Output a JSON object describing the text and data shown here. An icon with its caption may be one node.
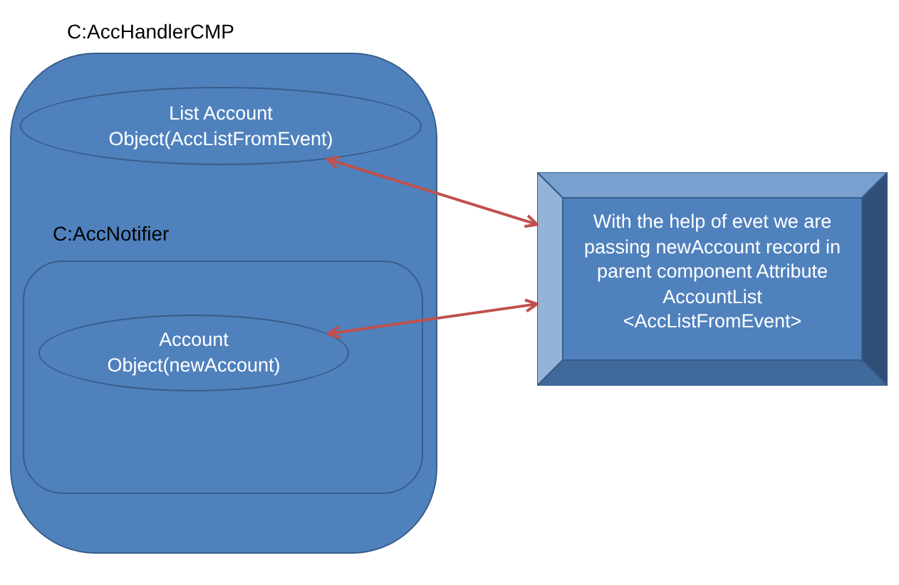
{
  "diagram": {
    "nodes": [
      {
        "text": [
          "C:AccHandlerCMP"
        ]
      },
      {
        "text": [
          "List Account Object(AccListFromEvent)"
        ],
        "in": 0
      },
      {
        "text": [
          "C:AccNotifier"
        ],
        "in": 0
      },
      {
        "text": [
          "Account Object(newAccount)"
        ],
        "in": 2
      },
      {
        "text": [
          "With the help of evet we are passing newAccount record in parent component Attribute AccountList <AccListFromEvent>"
        ]
      }
    ],
    "edges": [
      {
        "from": 1,
        "to": 4,
        "arrow": "both",
        "color": "#c0504d"
      },
      {
        "from": 3,
        "to": 4,
        "arrow": "both",
        "color": "#c0504d"
      }
    ]
  }
}
